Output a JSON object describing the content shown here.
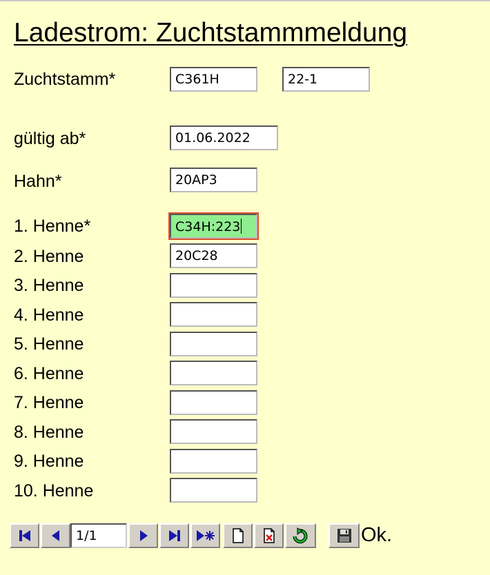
{
  "title": "Ladestrom: Zuchtstammmeldung",
  "form": {
    "zuchtstamm": {
      "label": "Zuchtstamm*",
      "value1": "C361H",
      "value2": "22-1"
    },
    "gueltig_ab": {
      "label": "gültig ab*",
      "value": "01.06.2022"
    },
    "hahn": {
      "label": "Hahn*",
      "value": "20AP3"
    },
    "hennen": [
      {
        "label": "1. Henne*",
        "value": "C34H:223"
      },
      {
        "label": "2. Henne",
        "value": "20C28"
      },
      {
        "label": "3. Henne",
        "value": ""
      },
      {
        "label": "4. Henne",
        "value": ""
      },
      {
        "label": "5. Henne",
        "value": ""
      },
      {
        "label": "6. Henne",
        "value": ""
      },
      {
        "label": "7. Henne",
        "value": ""
      },
      {
        "label": "8. Henne",
        "value": ""
      },
      {
        "label": "9. Henne",
        "value": ""
      },
      {
        "label": "10. Henne",
        "value": ""
      }
    ]
  },
  "toolbar": {
    "pager": "1/1",
    "status": "Ok.",
    "buttons": [
      "first-record-icon",
      "previous-record-icon",
      "next-record-icon",
      "last-record-icon",
      "new-record-icon",
      "new-document-icon",
      "delete-record-icon",
      "refresh-icon",
      "save-icon"
    ]
  },
  "colors": {
    "background": "#ffffcc",
    "active_field": "#90ee90",
    "active_outline": "#d9532c",
    "nav_icon": "#1a1aa8"
  }
}
